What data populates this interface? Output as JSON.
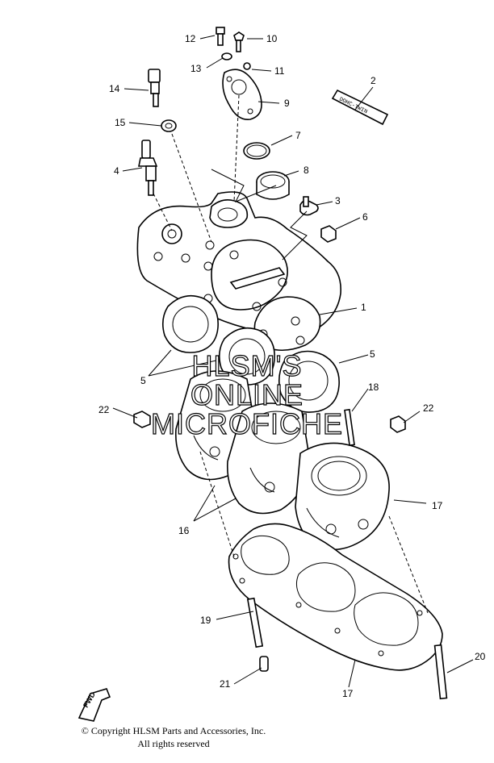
{
  "parts": [
    {
      "id": "label-1",
      "text": "1"
    },
    {
      "id": "label-2",
      "text": "2"
    },
    {
      "id": "label-3",
      "text": "3"
    },
    {
      "id": "label-4",
      "text": "4"
    },
    {
      "id": "label-5a",
      "text": "5"
    },
    {
      "id": "label-5b",
      "text": "5"
    },
    {
      "id": "label-6",
      "text": "6"
    },
    {
      "id": "label-7",
      "text": "7"
    },
    {
      "id": "label-8",
      "text": "8"
    },
    {
      "id": "label-9",
      "text": "9"
    },
    {
      "id": "label-10",
      "text": "10"
    },
    {
      "id": "label-11",
      "text": "11"
    },
    {
      "id": "label-12",
      "text": "12"
    },
    {
      "id": "label-13",
      "text": "13"
    },
    {
      "id": "label-14",
      "text": "14"
    },
    {
      "id": "label-15",
      "text": "15"
    },
    {
      "id": "label-16",
      "text": "16"
    },
    {
      "id": "label-17a",
      "text": "17"
    },
    {
      "id": "label-17b",
      "text": "17"
    },
    {
      "id": "label-18",
      "text": "18"
    },
    {
      "id": "label-19",
      "text": "19"
    },
    {
      "id": "label-20",
      "text": "20"
    },
    {
      "id": "label-21",
      "text": "21"
    },
    {
      "id": "label-22a",
      "text": "22"
    },
    {
      "id": "label-22b",
      "text": "22"
    }
  ],
  "watermark": {
    "line1": "HLSM'S",
    "line2": "ONLINE",
    "line3": "MICROFICHE"
  },
  "fwd_arrow": "FWD",
  "copyright": {
    "line1": "© Copyright HLSM Parts and Accessories, Inc.",
    "line2": "All rights reserved"
  }
}
